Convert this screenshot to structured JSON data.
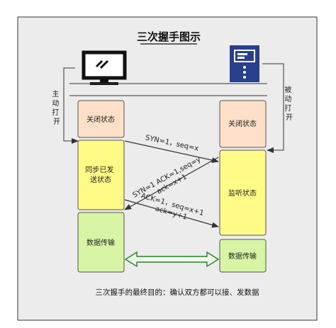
{
  "diagram": {
    "title": "三次握手图示",
    "left_side_note": "主动打开",
    "right_side_note": "被动打开",
    "client": {
      "icon": "monitor-icon",
      "states": {
        "closed": "关闭状态",
        "syn_sent_line1": "同步已发",
        "syn_sent_line2": "送状态",
        "transfer": "数据传输"
      }
    },
    "server": {
      "icon": "server-icon",
      "states": {
        "closed": "关闭状态",
        "listen": "监听状态",
        "transfer": "数据传输"
      }
    },
    "messages": {
      "syn": "SYN=1，seq=x",
      "synack_line1": "SYN=1 ACK=1,seq=y",
      "synack_line2": "ack=x+1",
      "ack_line1": "ACK=1，seq=x+1",
      "ack_line2": "ack=y+1"
    },
    "footer": "三次握手的最终目的：确认双方都可以接、发数据",
    "colors": {
      "panel_bg": "#ececec",
      "closed_fill": "#fde0c7",
      "active_fill": "#fffb86",
      "transfer_fill": "#d7f5a4",
      "server_icon_blue": "#2a3e8e",
      "arrow_double_fill": "#eafbe6",
      "arrow_double_stroke": "#2e7d32"
    }
  }
}
